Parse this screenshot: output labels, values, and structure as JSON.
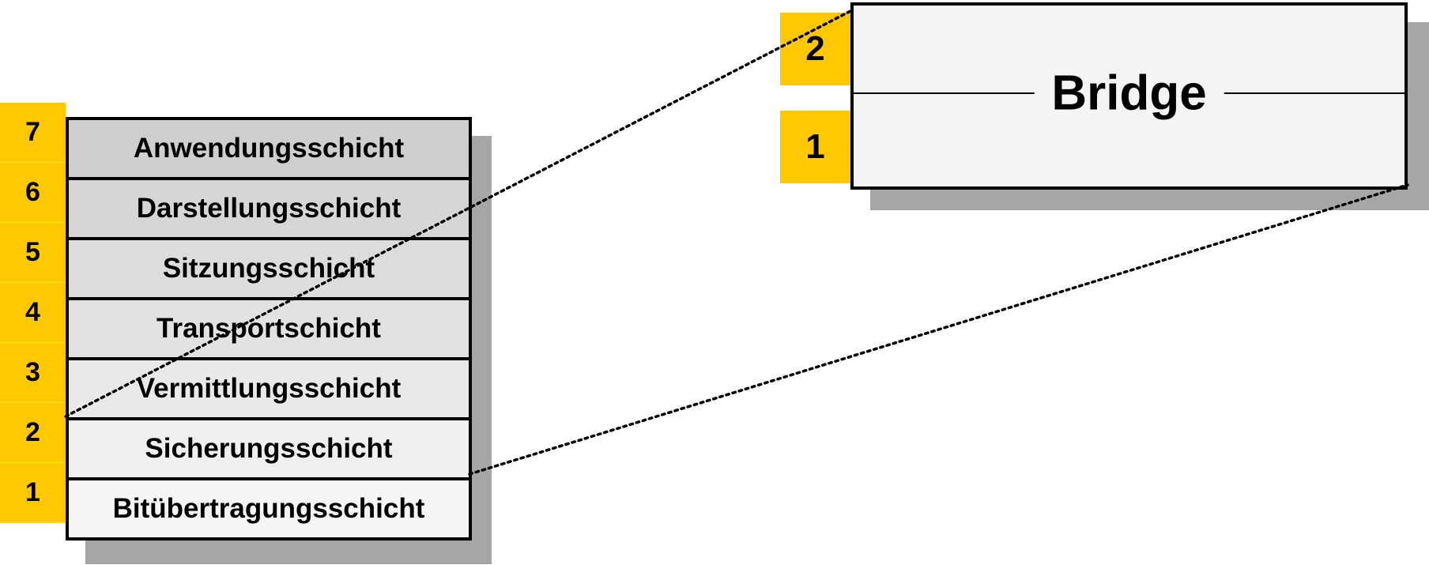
{
  "osi_stack": {
    "layers": [
      {
        "number": "7",
        "label": "Anwendungsschicht"
      },
      {
        "number": "6",
        "label": "Darstellungsschicht"
      },
      {
        "number": "5",
        "label": "Sitzungsschicht"
      },
      {
        "number": "4",
        "label": "Transportschicht"
      },
      {
        "number": "3",
        "label": "Vermittlungsschicht"
      },
      {
        "number": "2",
        "label": "Sicherungsschicht"
      },
      {
        "number": "1",
        "label": "Bitübertragungsschicht"
      }
    ],
    "row_colors": [
      "#cfcfcf",
      "#d6d6d6",
      "#dcdcdc",
      "#e2e2e2",
      "#e9e9e9",
      "#efefef",
      "#f5f5f5"
    ]
  },
  "bridge": {
    "title": "Bridge",
    "layers": [
      "2",
      "1"
    ]
  },
  "colors": {
    "accent": "#ffc800",
    "border": "#000000",
    "shadow": "#a6a6a6"
  }
}
